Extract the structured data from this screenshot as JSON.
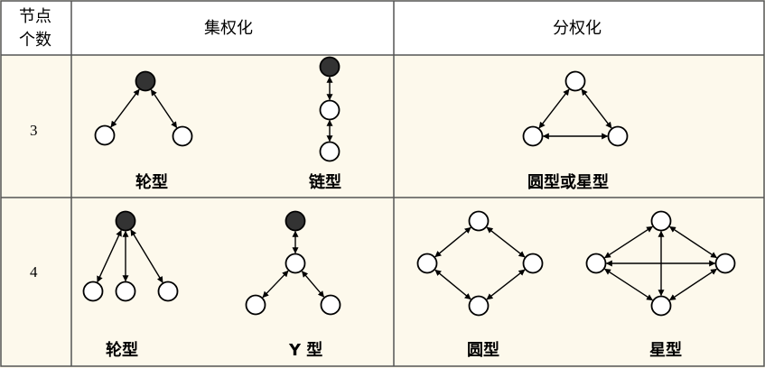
{
  "header": {
    "corner_line1": "节点",
    "corner_line2": "个数",
    "centralized": "集权化",
    "decentralized": "分权化"
  },
  "rows": [
    {
      "count": "3",
      "centralized": [
        {
          "label": "轮型",
          "nodes": [
            {
              "filled": true
            },
            {
              "filled": false
            },
            {
              "filled": false
            }
          ],
          "edges": [
            [
              0,
              1
            ],
            [
              0,
              2
            ]
          ]
        },
        {
          "label": "链型",
          "nodes": [
            {
              "filled": true
            },
            {
              "filled": false
            },
            {
              "filled": false
            }
          ],
          "edges": [
            [
              0,
              1
            ],
            [
              1,
              2
            ]
          ]
        }
      ],
      "decentralized": [
        {
          "label": "圆型或星型",
          "nodes": [
            {
              "filled": false
            },
            {
              "filled": false
            },
            {
              "filled": false
            }
          ],
          "edges": [
            [
              0,
              1
            ],
            [
              0,
              2
            ],
            [
              1,
              2
            ]
          ]
        }
      ]
    },
    {
      "count": "4",
      "centralized": [
        {
          "label": "轮型",
          "nodes": [
            {
              "filled": true
            },
            {
              "filled": false
            },
            {
              "filled": false
            },
            {
              "filled": false
            }
          ],
          "edges": [
            [
              0,
              1
            ],
            [
              0,
              2
            ],
            [
              0,
              3
            ]
          ]
        },
        {
          "label": "Y 型",
          "nodes": [
            {
              "filled": true
            },
            {
              "filled": false
            },
            {
              "filled": false
            },
            {
              "filled": false
            }
          ],
          "edges": [
            [
              0,
              1
            ],
            [
              1,
              2
            ],
            [
              1,
              3
            ]
          ]
        }
      ],
      "decentralized": [
        {
          "label": "圆型",
          "nodes": [
            {
              "filled": false
            },
            {
              "filled": false
            },
            {
              "filled": false
            },
            {
              "filled": false
            }
          ],
          "edges": [
            [
              0,
              1
            ],
            [
              0,
              2
            ],
            [
              1,
              3
            ],
            [
              2,
              3
            ]
          ]
        },
        {
          "label": "星型",
          "nodes": [
            {
              "filled": false
            },
            {
              "filled": false
            },
            {
              "filled": false
            },
            {
              "filled": false
            }
          ],
          "edges": [
            [
              0,
              1
            ],
            [
              0,
              2
            ],
            [
              0,
              3
            ],
            [
              1,
              2
            ],
            [
              1,
              3
            ],
            [
              2,
              3
            ]
          ]
        }
      ]
    }
  ],
  "colors": {
    "background": "#fdf9ec",
    "header_background": "#ffffff",
    "grid": "#555555",
    "node_fill": "#333333",
    "line": "#000000"
  }
}
